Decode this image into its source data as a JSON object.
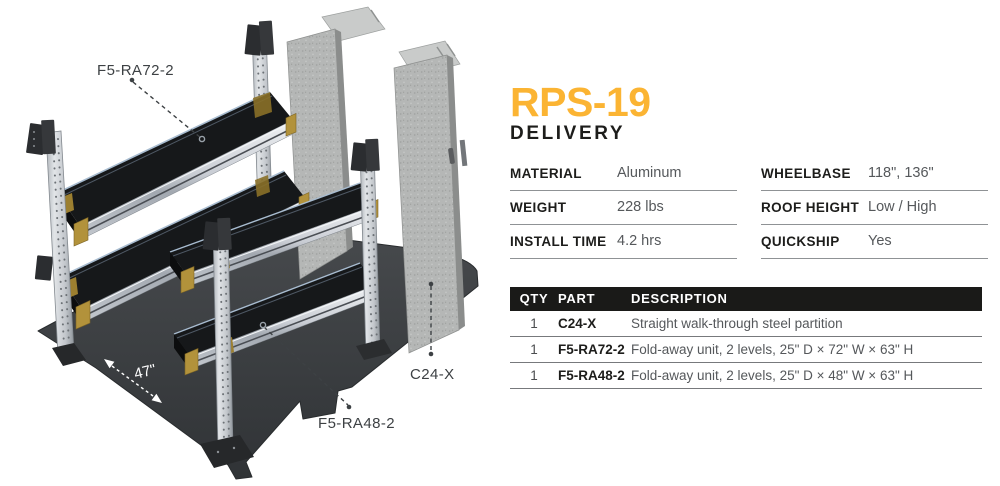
{
  "product": {
    "model": "RPS-19",
    "package": "DELIVERY"
  },
  "specs": [
    {
      "label": "MATERIAL",
      "value": "Aluminum"
    },
    {
      "label": "WEIGHT",
      "value": "228 lbs"
    },
    {
      "label": "INSTALL TIME",
      "value": "4.2 hrs"
    },
    {
      "label": "WHEELBASE",
      "value": "118\", 136\""
    },
    {
      "label": "ROOF HEIGHT",
      "value": "Low / High"
    },
    {
      "label": "QUICKSHIP",
      "value": "Yes"
    }
  ],
  "parts_table": {
    "headers": [
      "QTY",
      "PART",
      "DESCRIPTION"
    ],
    "rows": [
      {
        "qty": "1",
        "part": "C24-X",
        "description": "Straight walk-through steel partition"
      },
      {
        "qty": "1",
        "part": "F5-RA72-2",
        "description": "Fold-away unit, 2 levels, 25\" D × 72\" W × 63\" H"
      },
      {
        "qty": "1",
        "part": "F5-RA48-2",
        "description": "Fold-away unit, 2 levels, 25\" D × 48\" W × 63\" H"
      }
    ]
  },
  "diagram": {
    "dimension_label": "47\"",
    "callouts": [
      "F5-RA72-2",
      "F5-RA48-2",
      "C24-X"
    ]
  },
  "colors": {
    "accent_gold": "#FBB433",
    "table_header_bg": "#1a1a18",
    "text_dark": "#1d1d1b",
    "text_gray": "#55585b"
  }
}
